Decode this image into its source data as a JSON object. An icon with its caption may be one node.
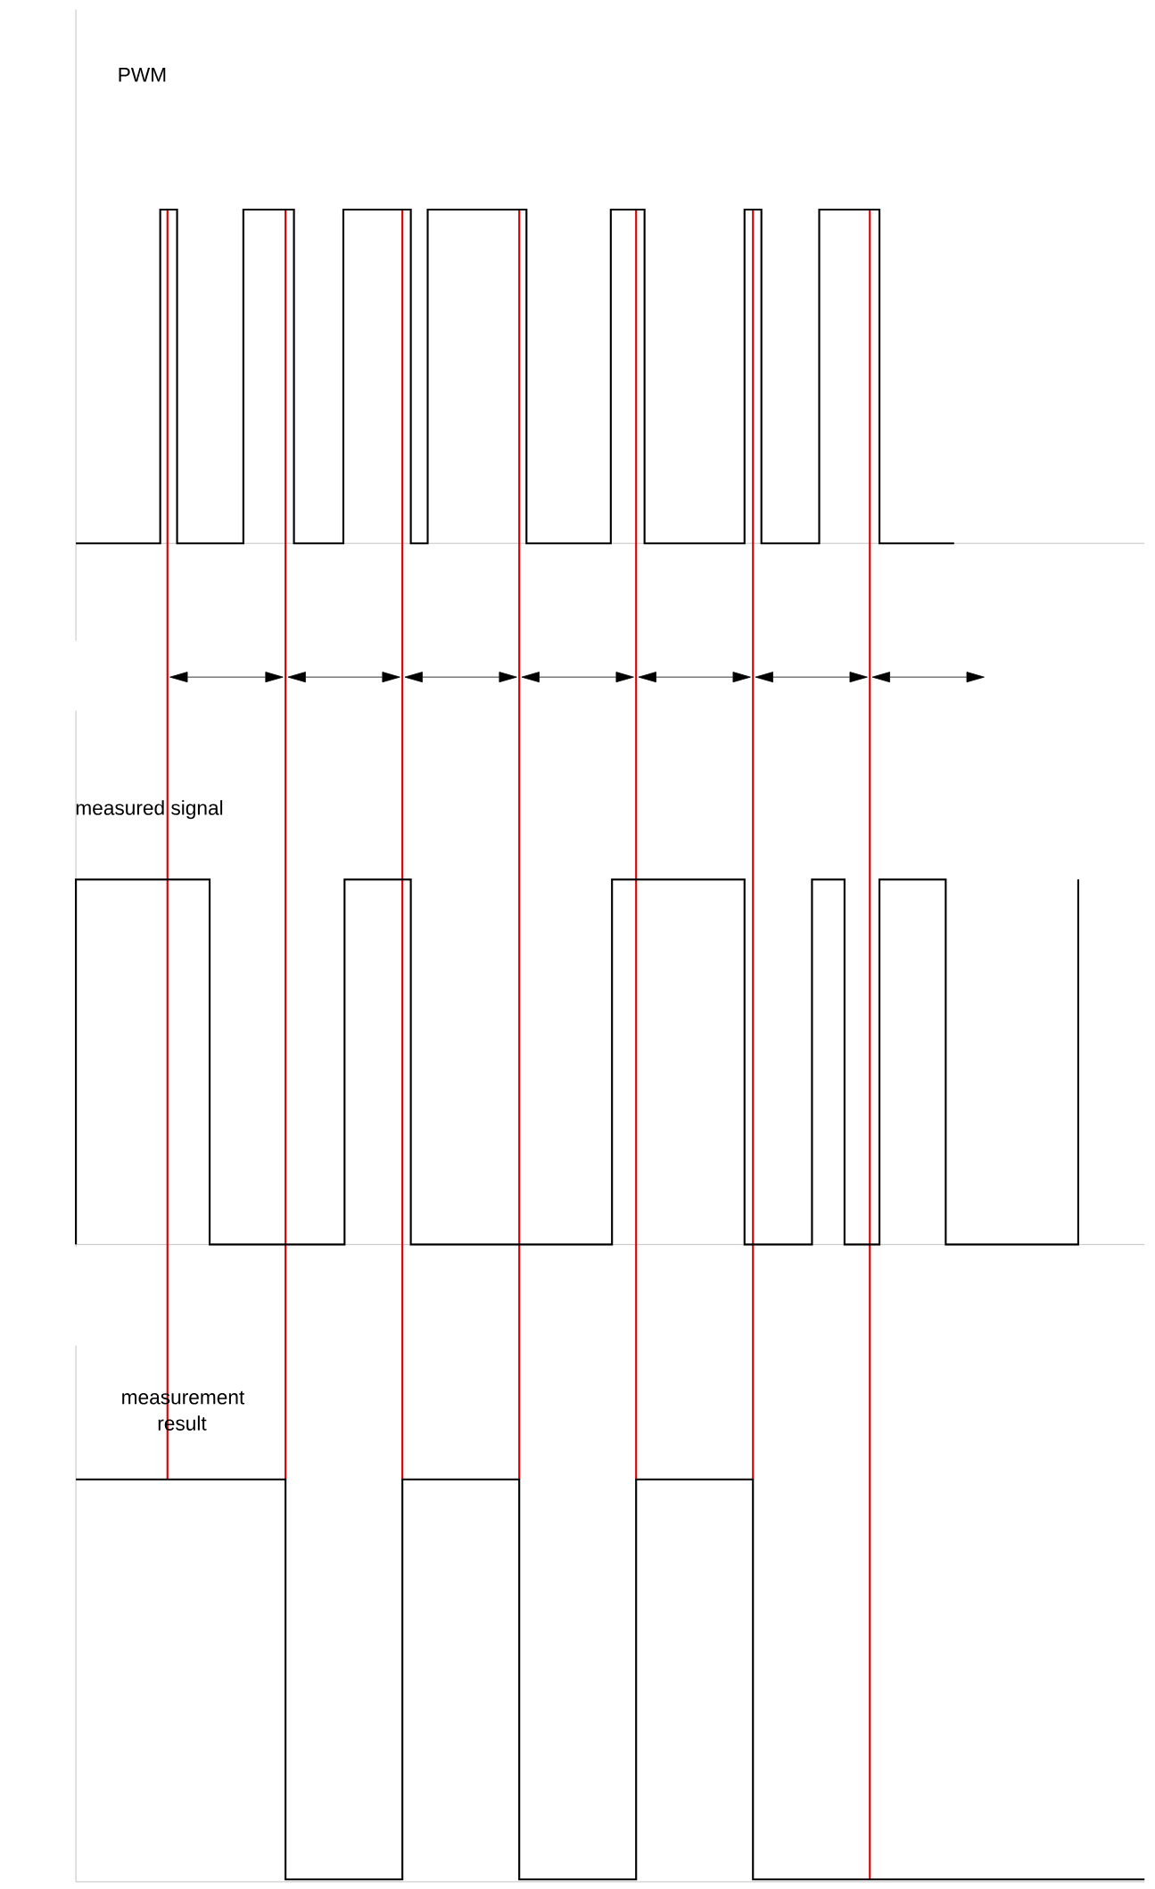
{
  "diagram": {
    "labels": [
      "PWM",
      "measured signal",
      "measurement result"
    ]
  }
}
